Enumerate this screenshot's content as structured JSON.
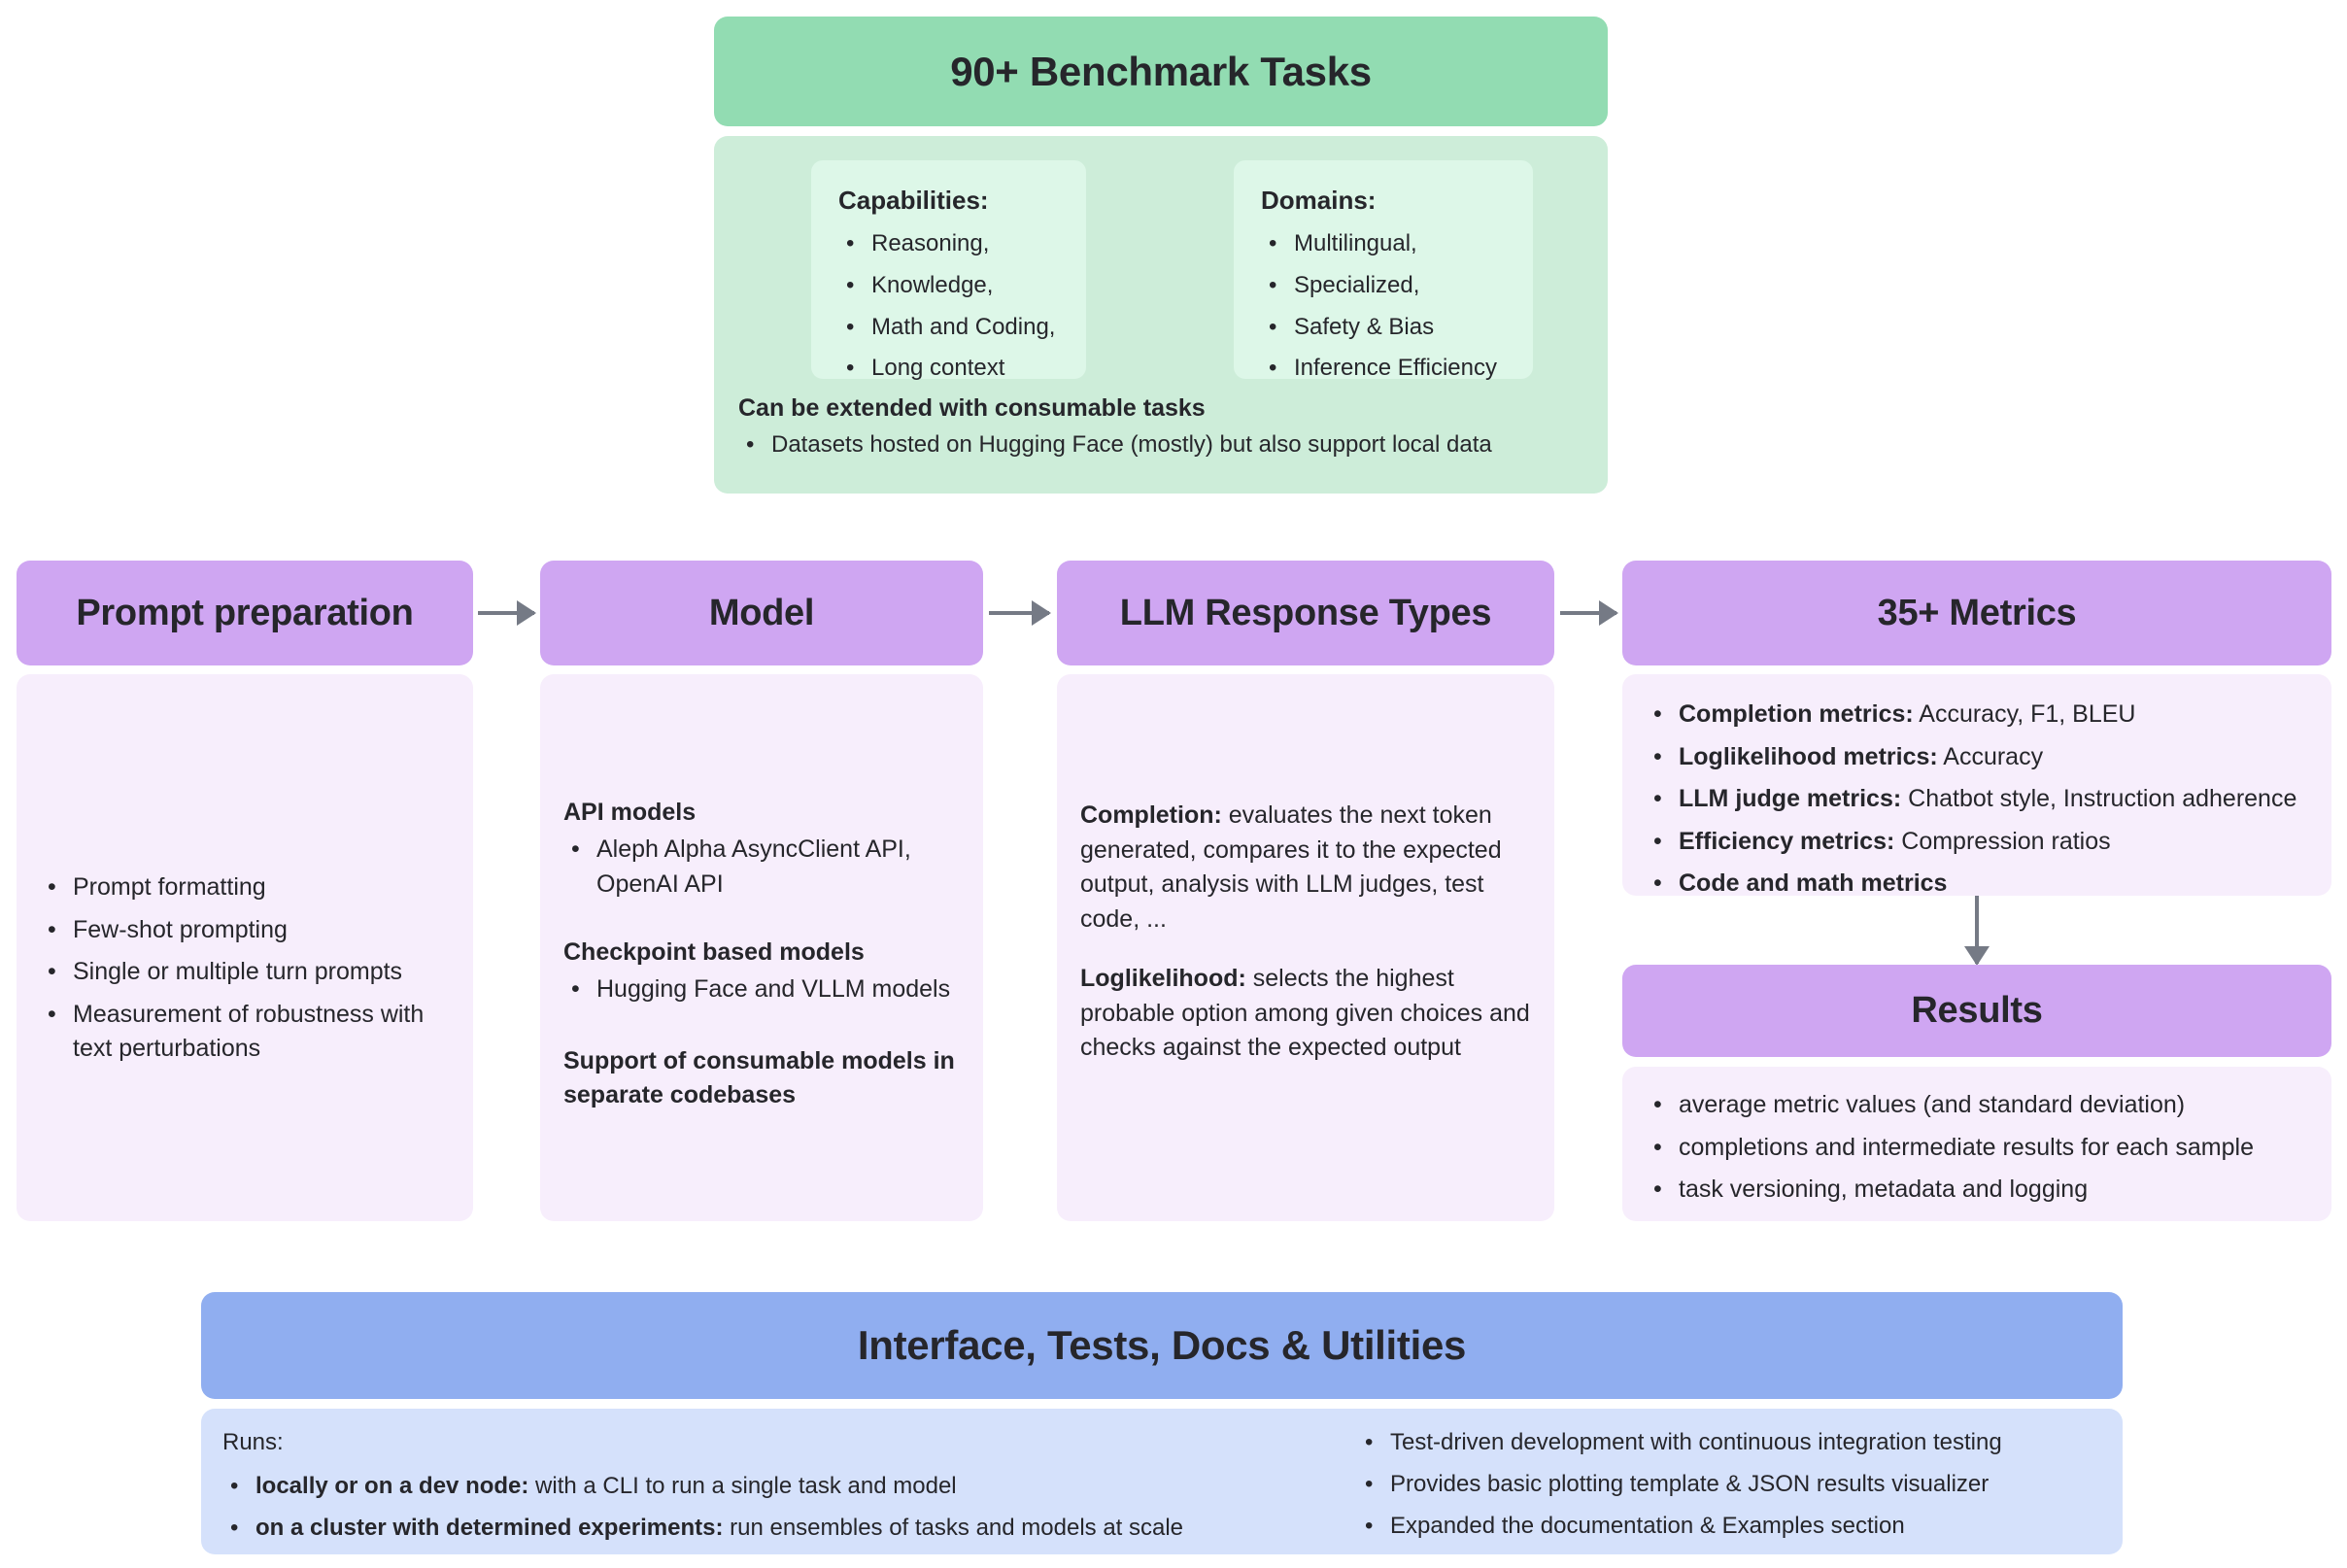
{
  "benchmark": {
    "title": "90+ Benchmark Tasks",
    "capabilities": {
      "title": "Capabilities:",
      "items": [
        "Reasoning,",
        "Knowledge,",
        "Math and Coding,",
        "Long context"
      ]
    },
    "domains": {
      "title": "Domains:",
      "items": [
        "Multilingual,",
        "Specialized,",
        "Safety & Bias",
        "Inference Efficiency"
      ]
    },
    "extend_title": "Can be extended with consumable tasks",
    "extend_items": [
      "Datasets hosted on Hugging Face (mostly) but also support local data"
    ]
  },
  "pipeline": {
    "prompt": {
      "title": "Prompt preparation",
      "items": [
        "Prompt formatting",
        "Few-shot prompting",
        "Single or multiple turn prompts",
        "Measurement of robustness with text perturbations"
      ]
    },
    "model": {
      "title": "Model",
      "api_heading": "API models",
      "api_items": [
        "Aleph Alpha AsyncClient API, OpenAI API"
      ],
      "checkpoint_heading": "Checkpoint based models",
      "checkpoint_items": [
        "Hugging Face and VLLM models"
      ],
      "consumable_note": "Support of consumable models in separate codebases"
    },
    "response": {
      "title": "LLM Response Types",
      "completion_label": "Completion:",
      "completion_text": " evaluates the next token generated, compares it to the expected output, analysis with LLM judges, test code, ...",
      "loglikelihood_label": "Loglikelihood:",
      "loglikelihood_text": " selects the highest probable option among given choices and checks against the expected output"
    },
    "metrics": {
      "title": "35+ Metrics",
      "items": [
        {
          "label": "Completion metrics:",
          "value": " Accuracy, F1, BLEU"
        },
        {
          "label": "Loglikelihood metrics:",
          "value": " Accuracy"
        },
        {
          "label": "LLM judge metrics:",
          "value": " Chatbot style, Instruction adherence"
        },
        {
          "label": "Efficiency metrics:",
          "value": " Compression ratios"
        },
        {
          "label": "Code and math metrics",
          "value": ""
        }
      ]
    },
    "results": {
      "title": "Results",
      "items": [
        "average metric values (and standard deviation)",
        "completions and intermediate results for each sample",
        "task versioning, metadata and logging"
      ]
    }
  },
  "interface": {
    "title": "Interface, Tests, Docs & Utilities",
    "runs_label": "Runs:",
    "runs_items": [
      {
        "label": "locally or on a dev node:",
        "value": " with a CLI to run a single task and model"
      },
      {
        "label": "on a cluster with determined experiments:",
        "value": " run ensembles of tasks and models at scale"
      }
    ],
    "right_items": [
      "Test-driven development with continuous integration testing",
      "Provides basic plotting template & JSON results visualizer",
      "Expanded the documentation & Examples section"
    ]
  },
  "colors": {
    "green_header": "#92dcb2",
    "green_body": "#cdedd9",
    "green_inner": "#ddf7e8",
    "purple_header": "#cfa6f2",
    "purple_body": "#f7eefc",
    "blue_header": "#90aef0",
    "blue_body": "#d5e1fb",
    "arrow": "#757a85"
  }
}
